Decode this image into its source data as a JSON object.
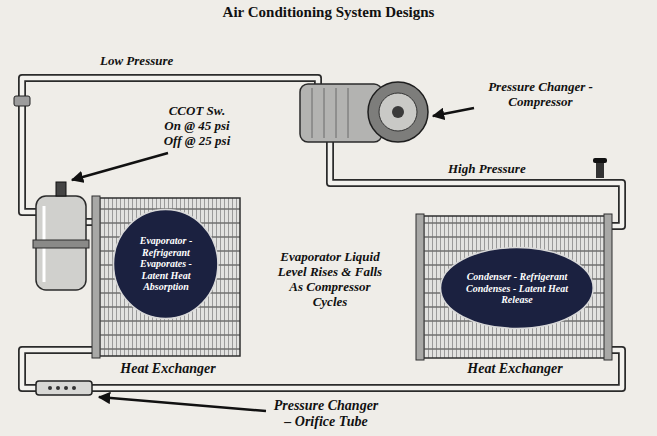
{
  "diagram": {
    "title": "Air Conditioning System Designs",
    "nodes": [
      {
        "text": [
          "Evaporator - Refrigerant Evaporates - Latent Heat Absorption"
        ]
      },
      {
        "text": [
          "Condenser - Refrigerant Condenses - Latent Heat Release"
        ]
      }
    ],
    "labels": [
      "Low Pressure",
      "CCOT Sw. On @ 45 psi Off @ 25 psi",
      "Pressure Changer - Compressor",
      "High Pressure",
      "Evaporator Liquid Level Rises & Falls As Compressor Cycles",
      "Heat Exchanger",
      "Heat Exchanger",
      "Pressure Changer – Orifice Tube"
    ]
  }
}
